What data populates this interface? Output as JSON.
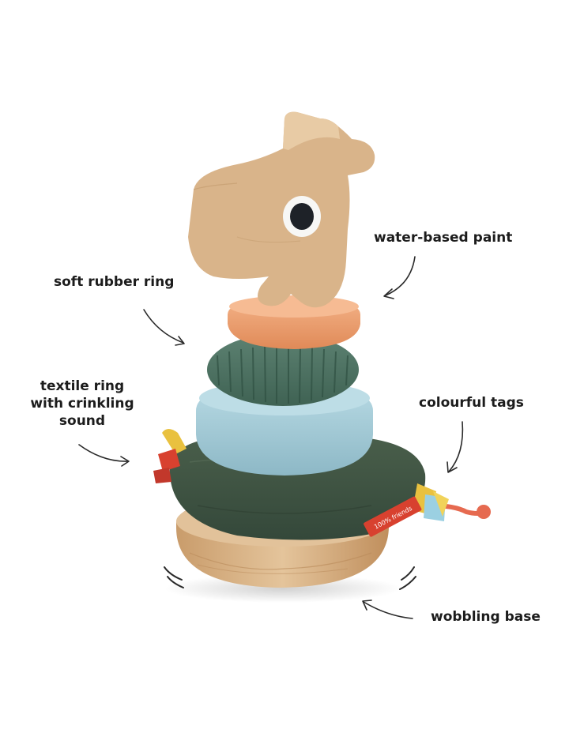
{
  "callouts": {
    "water_based_paint": "water-based paint",
    "soft_rubber_ring": "soft rubber ring",
    "textile_ring": {
      "line1": "textile ring",
      "line2": "with crinkling",
      "line3": "sound"
    },
    "colourful_tags": "colourful tags",
    "wobbling_base": "wobbling base"
  },
  "product_tag": "100% friends",
  "colors": {
    "wood": "#dcb88f",
    "head_wood": "#d9b48a",
    "orange_ring": "#eda071",
    "green_rubber_ring": "#4f7565",
    "blue_ring": "#a5ccd8",
    "textile_ring": "#3e5340",
    "tag_red": "#d8412f",
    "tag_yellow": "#e9c13f",
    "tag_lightblue": "#9bd0e2",
    "cord": "#e66a50",
    "text": "#1c1c1c"
  }
}
